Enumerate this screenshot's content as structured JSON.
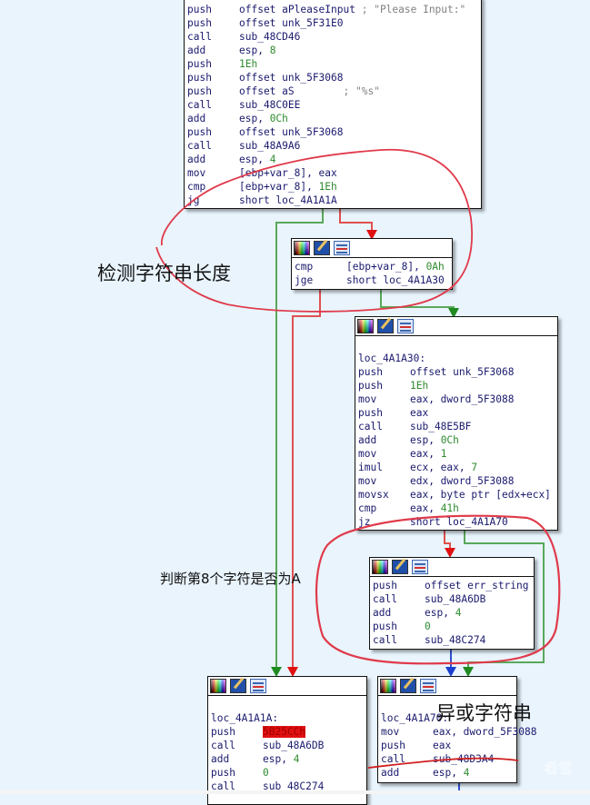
{
  "blocks": {
    "main": {
      "lines": [
        {
          "mn": "push",
          "op": "offset aPleaseInput",
          "cmt": "; \"Please Input:\""
        },
        {
          "mn": "push",
          "op": "offset unk_5F31E0"
        },
        {
          "mn": "call",
          "op": "sub_48CD46"
        },
        {
          "mn": "add",
          "op": "esp, ",
          "num": "8"
        },
        {
          "mn": "push",
          "num_only": "1Eh"
        },
        {
          "mn": "push",
          "op": "offset unk_5F3068"
        },
        {
          "mn": "push",
          "op": "offset aS",
          "cmt": "       ; \"%s\""
        },
        {
          "mn": "call",
          "op": "sub_48C0EE"
        },
        {
          "mn": "add",
          "op": "esp, ",
          "num": "0Ch"
        },
        {
          "mn": "push",
          "op": "offset unk_5F3068"
        },
        {
          "mn": "call",
          "op": "sub_48A9A6"
        },
        {
          "mn": "add",
          "op": "esp, ",
          "num": "4"
        },
        {
          "mn": "mov",
          "op": "[ebp+var_8], eax"
        },
        {
          "mn": "cmp",
          "op": "[ebp+var_8], ",
          "num": "1Eh"
        },
        {
          "mn": "jg",
          "op": "short loc_4A1A1A"
        }
      ]
    },
    "cmp_min": {
      "lines": [
        {
          "mn": "cmp",
          "op": "[ebp+var_8], ",
          "num": "0Ah"
        },
        {
          "mn": "jge",
          "op": "short loc_4A1A30"
        }
      ]
    },
    "loc_4A1A30": {
      "label": "loc_4A1A30:",
      "lines": [
        {
          "mn": "push",
          "op": "offset unk_5F3068"
        },
        {
          "mn": "push",
          "num_only": "1Eh"
        },
        {
          "mn": "mov",
          "op": "eax, dword_5F3088"
        },
        {
          "mn": "push",
          "op": "eax"
        },
        {
          "mn": "call",
          "op": "sub_48E5BF"
        },
        {
          "mn": "add",
          "op": "esp, ",
          "num": "0Ch"
        },
        {
          "mn": "mov",
          "op": "eax, ",
          "num": "1"
        },
        {
          "mn": "imul",
          "op": "ecx, eax, ",
          "num": "7"
        },
        {
          "mn": "mov",
          "op": "edx, dword_5F3088"
        },
        {
          "mn": "movsx",
          "op": "eax, byte ptr [edx+ecx]"
        },
        {
          "mn": "cmp",
          "op": "eax, ",
          "num": "41h"
        },
        {
          "mn": "jz",
          "op": "short loc_4A1A70"
        }
      ]
    },
    "err": {
      "lines": [
        {
          "mn": "push",
          "op": "offset err_string"
        },
        {
          "mn": "call",
          "op": "sub_48A6DB"
        },
        {
          "mn": "add",
          "op": "esp, ",
          "num": "4"
        },
        {
          "mn": "push",
          "num_only": "0"
        },
        {
          "mn": "call",
          "op": "sub_48C274"
        }
      ]
    },
    "loc_4A1A1A": {
      "label": "loc_4A1A1A:",
      "lines": [
        {
          "mn": "push",
          "hl": "5B25CCh"
        },
        {
          "mn": "call",
          "op": "sub_48A6DB"
        },
        {
          "mn": "add",
          "op": "esp, ",
          "num": "4"
        },
        {
          "mn": "push",
          "num_only": "0"
        },
        {
          "mn": "call",
          "op": "sub_48C274"
        }
      ]
    },
    "loc_4A1A70": {
      "label": "loc_4A1A70:",
      "lines": [
        {
          "mn": "mov",
          "op": "eax, dword_5F3088"
        },
        {
          "mn": "push",
          "op": "eax"
        },
        {
          "mn": "call",
          "op": "sub_48D3A4"
        },
        {
          "mn": "add",
          "op": "esp, ",
          "num": "4"
        }
      ]
    }
  },
  "annotations": {
    "check_length": "检测字符串长度",
    "check_8th_char": "判断第8个字符是否为A",
    "xor_string": "异或字符串"
  },
  "watermark": "看雪",
  "colors": {
    "edge_true": "#2e8b2e",
    "edge_false": "#d02020",
    "edge_uncond": "#1a3fd0",
    "annotation_pen": "#e03040"
  }
}
